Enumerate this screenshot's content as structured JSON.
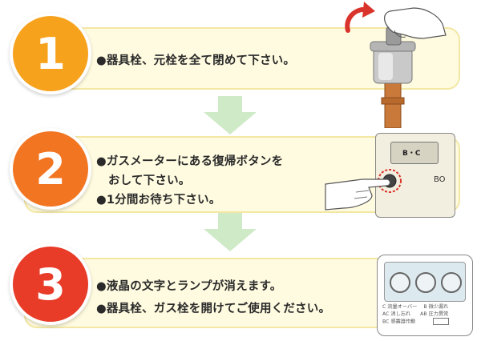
{
  "colors": {
    "card_bg": "#fffbe0",
    "card_border": "#f3e7a4",
    "arrow": "#cfeac7",
    "step1": "#f7a21d",
    "step2": "#f27522",
    "step3": "#e83b28"
  },
  "steps": [
    {
      "number": "1",
      "lines": [
        "●器具栓、元栓を全て閉めて下さい。"
      ]
    },
    {
      "number": "2",
      "lines": [
        "●ガスメーターにある復帰ボタンを",
        "おして下さい。",
        "●1分間お待ち下さい。"
      ]
    },
    {
      "number": "3",
      "lines": [
        "●液晶の文字とランプが消えます。",
        "●器具栓、ガス栓を開けてご使用ください。"
      ]
    }
  ],
  "meter": {
    "button_label": "B・C",
    "side_label": "BO"
  },
  "panel": {
    "labels": [
      [
        "C",
        "流量オーバー",
        "B",
        "微少漏れ"
      ],
      [
        "AC",
        "消し忘れ",
        "AB",
        "圧力異常"
      ],
      [
        "BC",
        "感震器作動"
      ]
    ]
  },
  "icons": [
    "rotate-arrow-icon",
    "hand-icon",
    "pointing-finger-icon",
    "down-arrow-icon"
  ]
}
